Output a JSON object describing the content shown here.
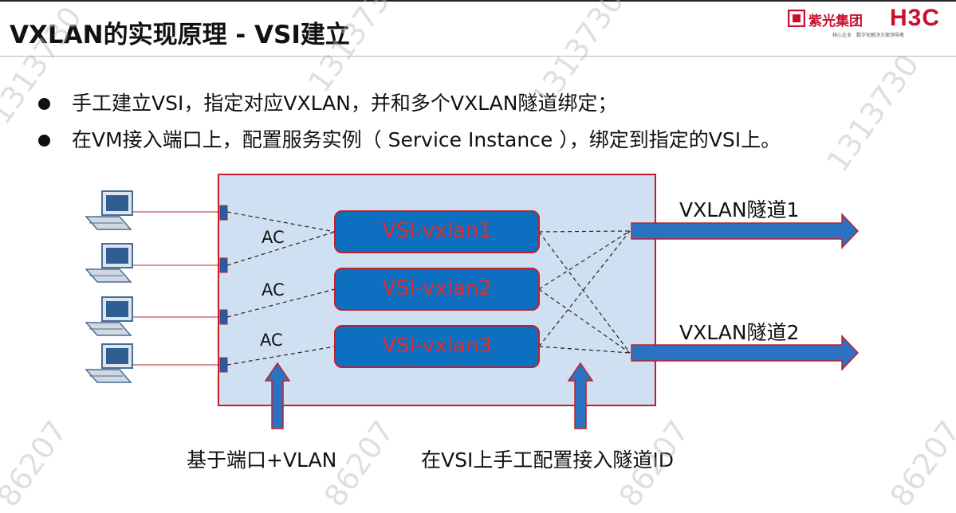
{
  "header": {
    "title": "VXLAN的实现原理 - VSI建立"
  },
  "logo": {
    "company": "紫光集团",
    "brand": "H3C",
    "tagline_left": "核心企业",
    "tagline_right": "数字化解决方案领导者"
  },
  "bullets": [
    "手工建立VSI，指定对应VXLAN，并和多个VXLAN隧道绑定；",
    "在VM接入端口上，配置服务实例（ Service Instance ），绑定到指定的VSI上。"
  ],
  "diagram": {
    "ac_labels": [
      "AC",
      "AC",
      "AC"
    ],
    "vsis": [
      "VSI-vxlan1",
      "VSI-vxlan2",
      "VSI-vxlan3"
    ],
    "tunnels": [
      "VXLAN隧道1",
      "VXLAN隧道2"
    ],
    "bottom_labels": {
      "port_vlan": "基于端口+VLAN",
      "tunnel_config": "在VSI上手工配置接入隧道ID"
    },
    "colors": {
      "device_fill": "#cfe0f3",
      "device_border": "#c0202a",
      "vsi_fill": "#0d6fc0",
      "vsi_text": "#e42b2b",
      "arrow_fill": "#2b72c2",
      "port_fill": "#1a5fb0",
      "host_line": "#c0202a"
    },
    "host_icon": "desktop-computer-icon"
  },
  "watermarks": [
    "1313730",
    "1313730",
    "1313730",
    "1313730",
    "86207",
    "86207",
    "86207",
    "86207"
  ]
}
